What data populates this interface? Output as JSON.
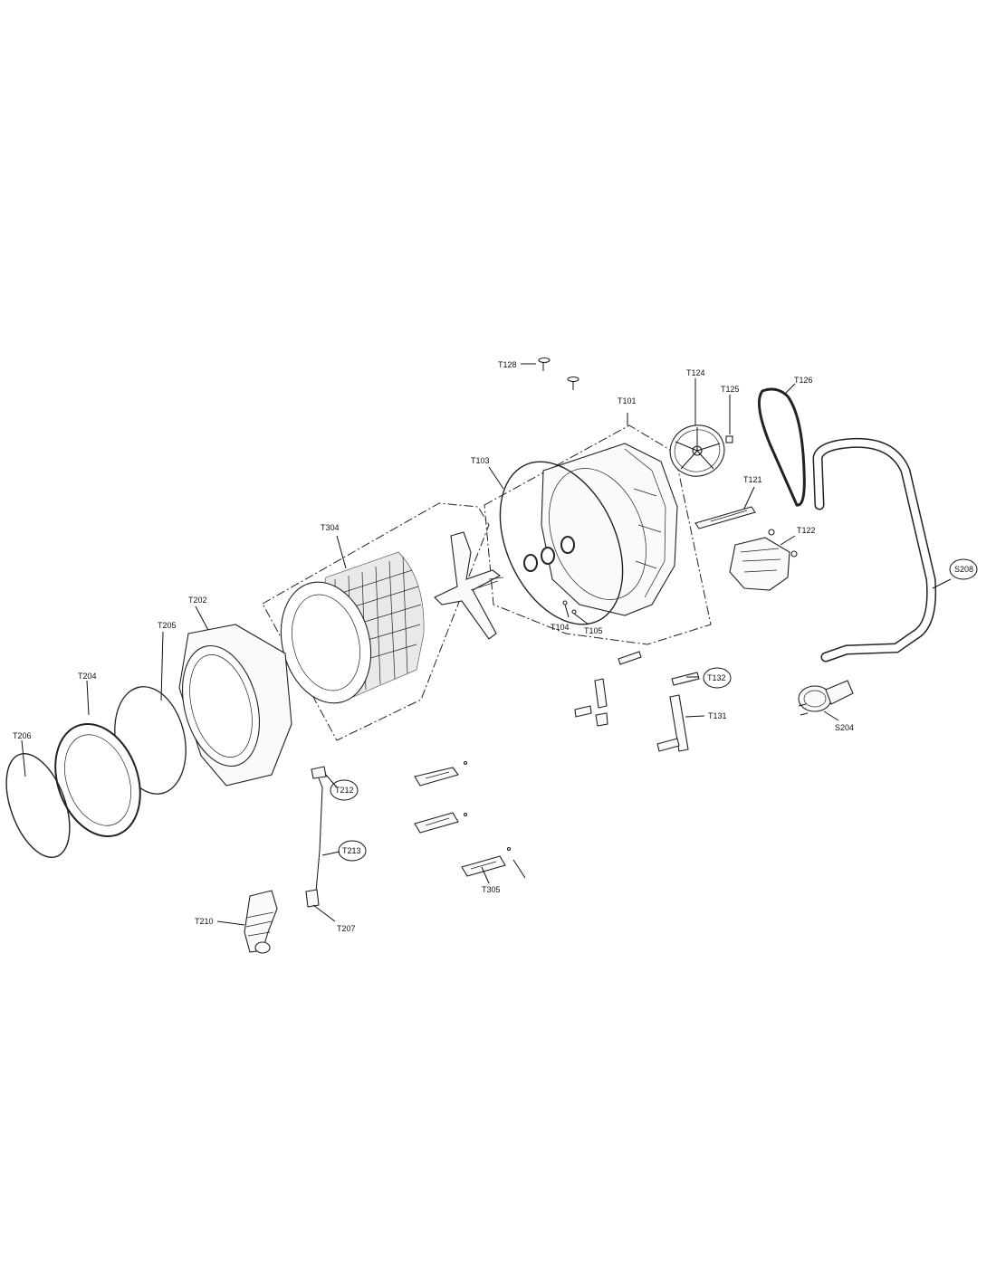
{
  "labels": {
    "T128": "T128",
    "T124": "T124",
    "T125": "T125",
    "T126": "T126",
    "T101": "T101",
    "T103": "T103",
    "T121": "T121",
    "T122": "T122",
    "T304": "T304",
    "S208": "S208",
    "T202": "T202",
    "T205": "T205",
    "T104": "T104",
    "T105": "T105",
    "T204": "T204",
    "T132": "T132",
    "T131": "T131",
    "S204": "S204",
    "T206": "T206",
    "T212": "T212",
    "T213": "T213",
    "T305": "T305",
    "T210": "T210",
    "T207": "T207"
  }
}
